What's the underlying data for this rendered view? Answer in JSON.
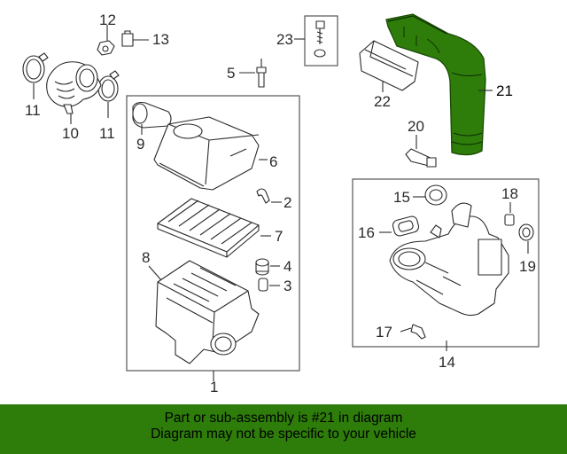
{
  "colors": {
    "highlight": "#2e7d0a",
    "banner": "#2e7d0a",
    "line": "#2a2a2a"
  },
  "labels": {
    "p1": "1",
    "p2": "2",
    "p3": "3",
    "p4": "4",
    "p5": "5",
    "p6": "6",
    "p7": "7",
    "p8": "8",
    "p9": "9",
    "p10": "10",
    "p11a": "11",
    "p11b": "11",
    "p12": "12",
    "p13": "13",
    "p14": "14",
    "p15": "15",
    "p16": "16",
    "p17": "17",
    "p18": "18",
    "p19": "19",
    "p20": "20",
    "p21": "21",
    "p22": "22",
    "p23": "23"
  },
  "banner": {
    "line1": "Part or sub-assembly is #21 in diagram",
    "line2": "Diagram may not be specific to your vehicle"
  }
}
